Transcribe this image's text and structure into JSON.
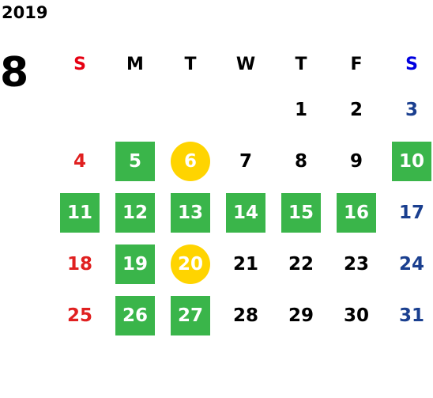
{
  "calendar": {
    "year": "2019",
    "month": "8",
    "weekdays": [
      {
        "label": "S",
        "kind": "sun"
      },
      {
        "label": "M",
        "kind": "wk"
      },
      {
        "label": "T",
        "kind": "wk"
      },
      {
        "label": "W",
        "kind": "wk"
      },
      {
        "label": "T",
        "kind": "wk"
      },
      {
        "label": "F",
        "kind": "wk"
      },
      {
        "label": "S",
        "kind": "sat"
      }
    ],
    "leading_blank_days": 4,
    "days": [
      {
        "d": "1"
      },
      {
        "d": "2"
      },
      {
        "d": "3"
      },
      {
        "d": "4"
      },
      {
        "d": "5",
        "mark": "green"
      },
      {
        "d": "6",
        "mark": "yellow"
      },
      {
        "d": "7"
      },
      {
        "d": "8"
      },
      {
        "d": "9"
      },
      {
        "d": "10",
        "mark": "green"
      },
      {
        "d": "11",
        "mark": "green"
      },
      {
        "d": "12",
        "mark": "green"
      },
      {
        "d": "13",
        "mark": "green"
      },
      {
        "d": "14",
        "mark": "green"
      },
      {
        "d": "15",
        "mark": "green"
      },
      {
        "d": "16",
        "mark": "green"
      },
      {
        "d": "17"
      },
      {
        "d": "18"
      },
      {
        "d": "19",
        "mark": "green"
      },
      {
        "d": "20",
        "mark": "yellow"
      },
      {
        "d": "21"
      },
      {
        "d": "22"
      },
      {
        "d": "23"
      },
      {
        "d": "24"
      },
      {
        "d": "25"
      },
      {
        "d": "26",
        "mark": "green"
      },
      {
        "d": "27",
        "mark": "green"
      },
      {
        "d": "28"
      },
      {
        "d": "29"
      },
      {
        "d": "30"
      },
      {
        "d": "31"
      }
    ],
    "colors": {
      "green": "#3ab54a",
      "yellow": "#ffd400",
      "sunday": "#e02020",
      "saturday": "#1a3f8f"
    }
  }
}
